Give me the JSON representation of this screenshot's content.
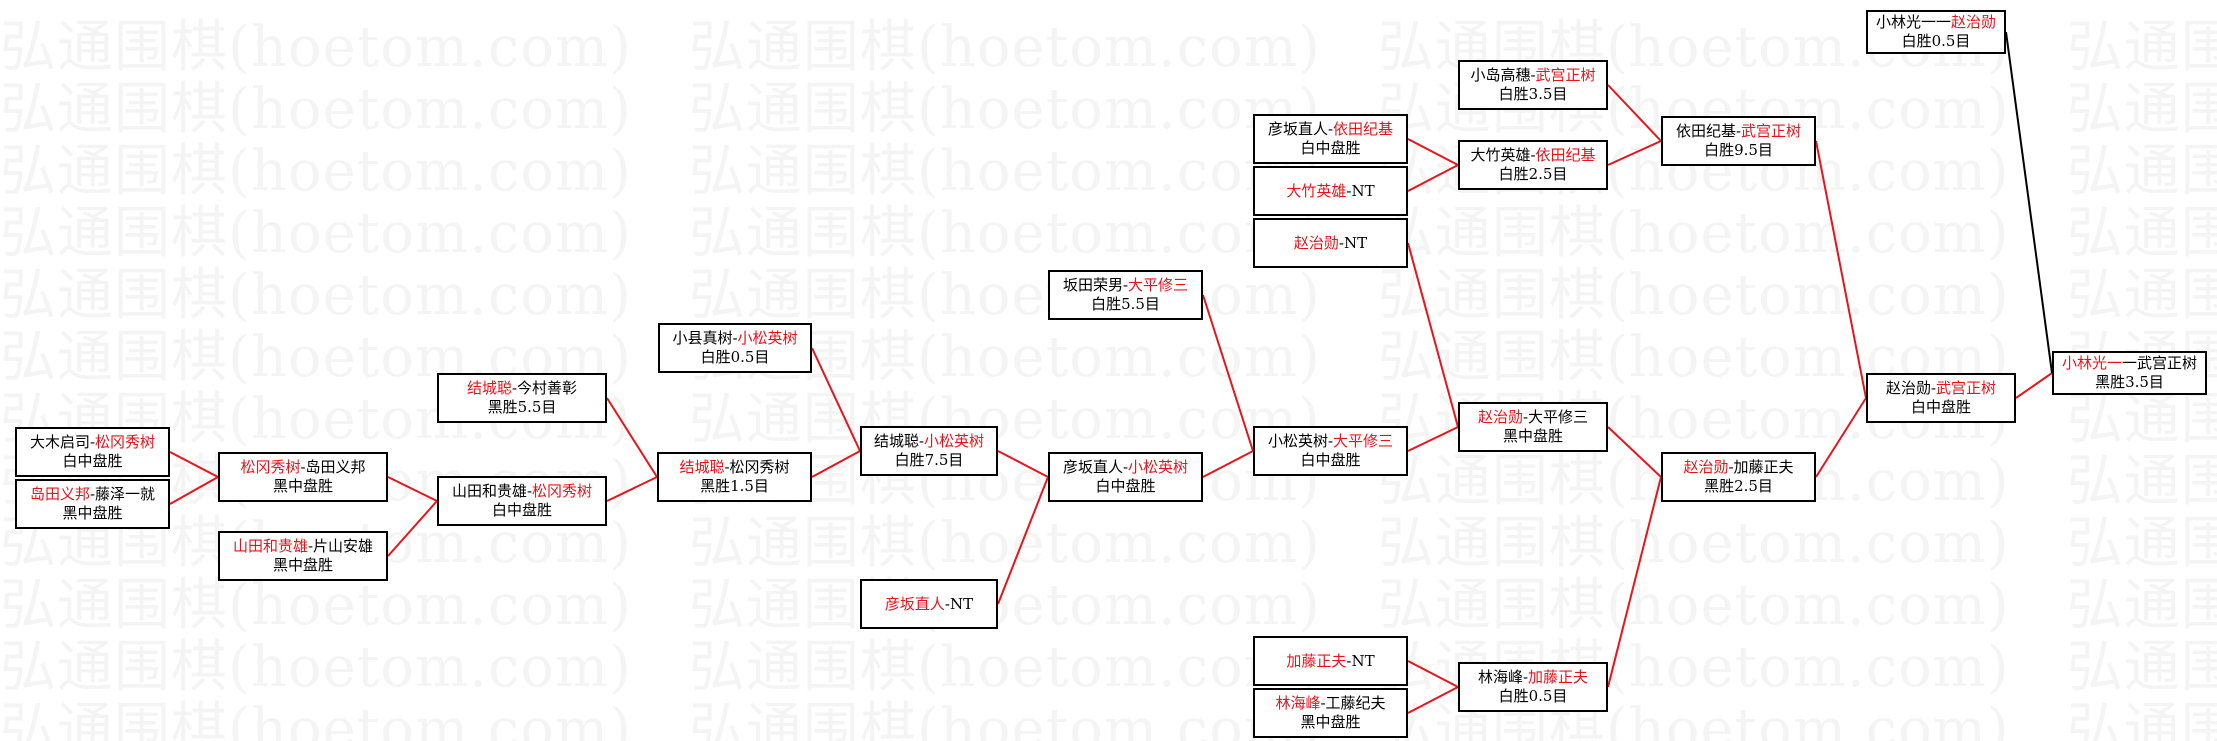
{
  "watermark": "弘通围棋(hoetom.com)",
  "colors": {
    "winner": "#e8141c",
    "line_red": "#e8141c",
    "line_black": "#000000"
  },
  "matches": [
    {
      "id": "m1",
      "p1": "大木启司",
      "p2": "松冈秀树",
      "winner": 2,
      "result": "白中盘胜"
    },
    {
      "id": "m2",
      "p1": "岛田义邦",
      "p2": "藤泽一就",
      "winner": 1,
      "result": "黑中盘胜"
    },
    {
      "id": "m3",
      "p1": "松冈秀树",
      "p2": "岛田义邦",
      "winner": 1,
      "result": "黑中盘胜"
    },
    {
      "id": "m4",
      "p1": "山田和贵雄",
      "p2": "片山安雄",
      "winner": 1,
      "result": "黑中盘胜"
    },
    {
      "id": "m5",
      "p1": "结城聪",
      "p2": "今村善彰",
      "winner": 1,
      "result": "黑胜5.5目"
    },
    {
      "id": "m6",
      "p1": "山田和贵雄",
      "p2": "松冈秀树",
      "winner": 2,
      "result": "白中盘胜"
    },
    {
      "id": "m7",
      "p1": "小县真树",
      "p2": "小松英树",
      "winner": 2,
      "result": "白胜0.5目"
    },
    {
      "id": "m8",
      "p1": "结城聪",
      "p2": "松冈秀树",
      "winner": 1,
      "result": "黑胜1.5目"
    },
    {
      "id": "m9",
      "p1": "结城聪",
      "p2": "小松英树",
      "winner": 2,
      "result": "白胜7.5目"
    },
    {
      "id": "m10",
      "p1": "彦坂直人",
      "p2": "NT",
      "winner": 1,
      "result": ""
    },
    {
      "id": "m11",
      "p1": "彦坂直人",
      "p2": "小松英树",
      "winner": 2,
      "result": "白中盘胜"
    },
    {
      "id": "m12",
      "p1": "坂田荣男",
      "p2": "大平修三",
      "winner": 2,
      "result": "白胜5.5目"
    },
    {
      "id": "m13",
      "p1": "小松英树",
      "p2": "大平修三",
      "winner": 2,
      "result": "白中盘胜"
    },
    {
      "id": "m14",
      "p1": "彦坂直人",
      "p2": "依田纪基",
      "winner": 2,
      "result": "白中盘胜"
    },
    {
      "id": "m15",
      "p1": "大竹英雄",
      "p2": "NT",
      "winner": 1,
      "result": ""
    },
    {
      "id": "m16",
      "p1": "赵治勋",
      "p2": "NT",
      "winner": 1,
      "result": ""
    },
    {
      "id": "m17",
      "p1": "加藤正夫",
      "p2": "NT",
      "winner": 1,
      "result": ""
    },
    {
      "id": "m18",
      "p1": "林海峰",
      "p2": "工藤纪夫",
      "winner": 1,
      "result": "黑中盘胜"
    },
    {
      "id": "m19",
      "p1": "小岛高穗",
      "p2": "武宫正树",
      "winner": 2,
      "result": "白胜3.5目"
    },
    {
      "id": "m20",
      "p1": "大竹英雄",
      "p2": "依田纪基",
      "winner": 2,
      "result": "白胜2.5目"
    },
    {
      "id": "m21",
      "p1": "赵治勋",
      "p2": "大平修三",
      "winner": 1,
      "result": "黑中盘胜"
    },
    {
      "id": "m22",
      "p1": "林海峰",
      "p2": "加藤正夫",
      "winner": 2,
      "result": "白胜0.5目"
    },
    {
      "id": "m23",
      "p1": "依田纪基",
      "p2": "武宫正树",
      "winner": 2,
      "result": "白胜9.5目"
    },
    {
      "id": "m24",
      "p1": "赵治勋",
      "p2": "加藤正夫",
      "winner": 1,
      "result": "黑胜2.5目"
    },
    {
      "id": "m25",
      "p1": "赵治勋",
      "p2": "武宫正树",
      "winner": 2,
      "result": "白中盘胜"
    },
    {
      "id": "m26",
      "p1": "小林光一",
      "p2": "赵治勋",
      "winner": 2,
      "result": "白胜0.5目"
    },
    {
      "id": "m27",
      "p1": "小林光一",
      "p2": "武宫正树",
      "winner": 1,
      "result": "黑胜3.5目"
    }
  ]
}
